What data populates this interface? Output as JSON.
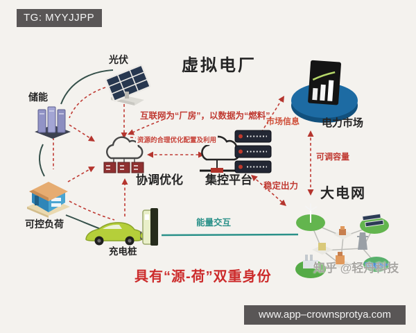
{
  "page": {
    "title": "虚拟电厂"
  },
  "badges": {
    "tg": "TG: MYYJJPP",
    "url": "www.app–crownsprotya.com"
  },
  "watermark": "知乎 @轻舟科技",
  "nodes": {
    "solar": {
      "label": "光伏"
    },
    "storage": {
      "label": "储能"
    },
    "load": {
      "label": "可控负荷"
    },
    "charger": {
      "label": "充电桩"
    },
    "coordination": {
      "label": "协调优化"
    },
    "platform": {
      "label": "集控平台"
    },
    "market": {
      "label": "电力市场"
    },
    "grid": {
      "label": "大电网"
    }
  },
  "edges": {
    "internet_caption": "互联网为“厂房”，以数据为“燃料”",
    "resource_caption": "资源的合理优化配置及利用",
    "market_info": "市场信息",
    "adjustable_capacity": "可调容量",
    "stable_output": "稳定出力",
    "energy_interaction": "能量交互"
  },
  "footer": {
    "slogan": "具有“源-荷”双重身份"
  },
  "colors": {
    "arrow_red": "#bf3a33",
    "teal": "#2a9189",
    "bar_background": "#595656",
    "slogan_red": "#cc2b2b",
    "market_disc_blue": "#1d6ba3",
    "background": "#f4f2ee"
  }
}
